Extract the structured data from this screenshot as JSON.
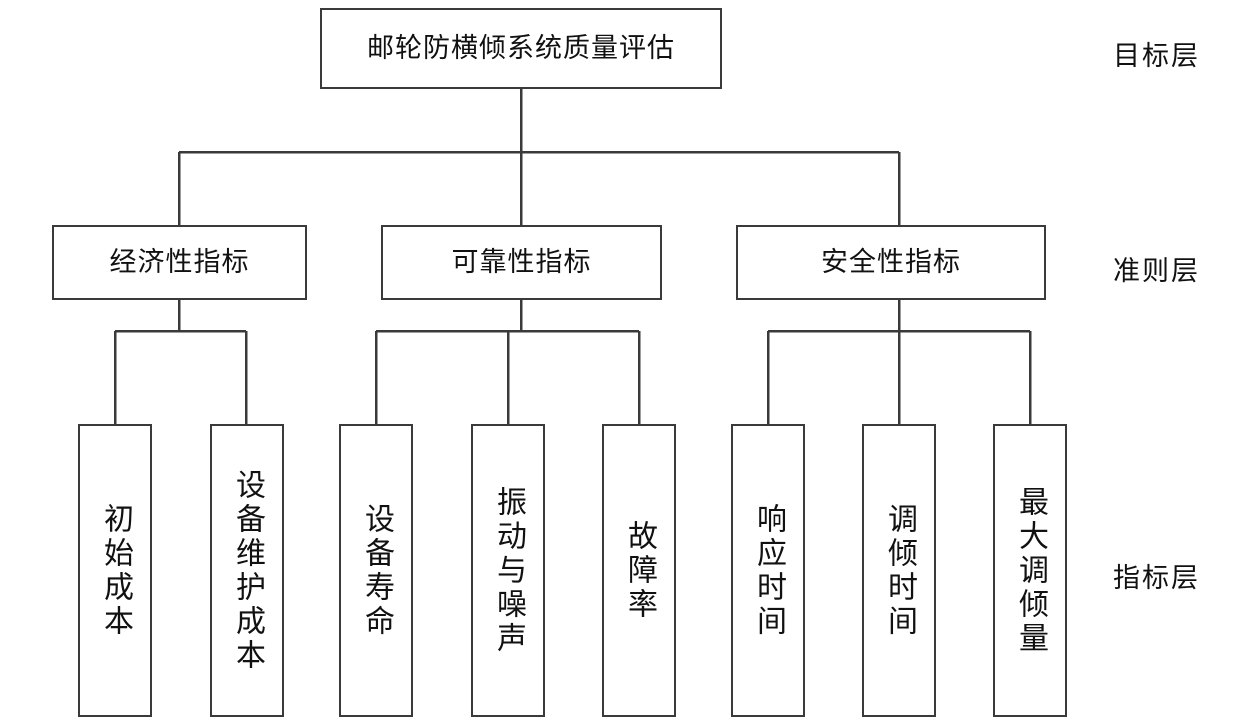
{
  "diagram": {
    "type": "hierarchy-tree",
    "title_node": {
      "id": "goal",
      "label": "邮轮防横倾系统质量评估"
    },
    "layer_labels": [
      {
        "id": "goal-layer",
        "label": "目标层"
      },
      {
        "id": "criteria-layer",
        "label": "准则层"
      },
      {
        "id": "indicator-layer",
        "label": "指标层"
      }
    ],
    "criteria": [
      {
        "id": "c1",
        "label": "经济性指标"
      },
      {
        "id": "c2",
        "label": "可靠性指标"
      },
      {
        "id": "c3",
        "label": "安全性指标"
      }
    ],
    "indicators": [
      {
        "id": "i1",
        "parent": "c1",
        "label": "初始成本"
      },
      {
        "id": "i2",
        "parent": "c1",
        "label": "设备维护成本"
      },
      {
        "id": "i3",
        "parent": "c2",
        "label": "设备寿命"
      },
      {
        "id": "i4",
        "parent": "c2",
        "label": "振动与噪声"
      },
      {
        "id": "i5",
        "parent": "c2",
        "label": "故障率"
      },
      {
        "id": "i6",
        "parent": "c3",
        "label": "响应时间"
      },
      {
        "id": "i7",
        "parent": "c3",
        "label": "调倾时间"
      },
      {
        "id": "i8",
        "parent": "c3",
        "label": "最大调倾量"
      }
    ],
    "colors": {
      "background": "#ffffff",
      "box_border": "#3a3a3a",
      "line": "#3a3a3a",
      "text": "#111111"
    }
  }
}
